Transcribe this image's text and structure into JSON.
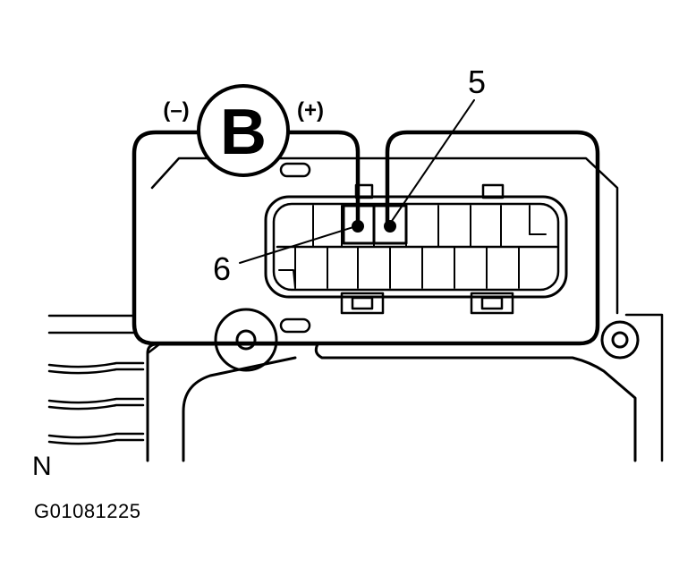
{
  "meter": {
    "symbol": "B",
    "negative_label": "(–)",
    "positive_label": "(+)"
  },
  "callouts": {
    "terminal_5": "5",
    "terminal_6": "6"
  },
  "orientation_label": "N",
  "figure_code": "G01081225"
}
